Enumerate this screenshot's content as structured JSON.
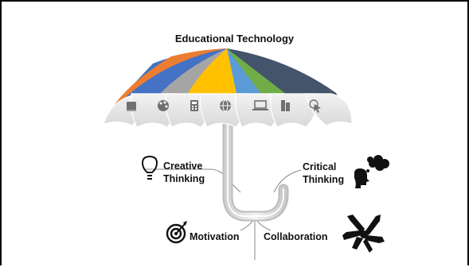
{
  "title": "Educational Technology",
  "nodes": {
    "creative": {
      "line1": "Creative",
      "line2": "Thinking",
      "icon": "lightbulb-icon"
    },
    "critical": {
      "line1": "Critical",
      "line2": "Thinking",
      "icon": "thinking-head-icon"
    },
    "motivation": {
      "label": "Motivation",
      "icon": "target-icon"
    },
    "collaboration": {
      "label": "Collaboration",
      "icon": "hands-together-icon"
    }
  },
  "umbrella": {
    "segments": [
      {
        "color": "#4472c4",
        "icon": "book-icon"
      },
      {
        "color": "#ed7d31",
        "icon": "palette-icon"
      },
      {
        "color": "#a5a5a5",
        "icon": "calculator-icon"
      },
      {
        "color": "#ffc000",
        "icon": "globe-icon"
      },
      {
        "color": "#5b9bd5",
        "icon": "laptop-icon"
      },
      {
        "color": "#70ad47",
        "icon": "books-icon"
      },
      {
        "color": "#44546a",
        "icon": "cursor-click-icon"
      }
    ]
  }
}
